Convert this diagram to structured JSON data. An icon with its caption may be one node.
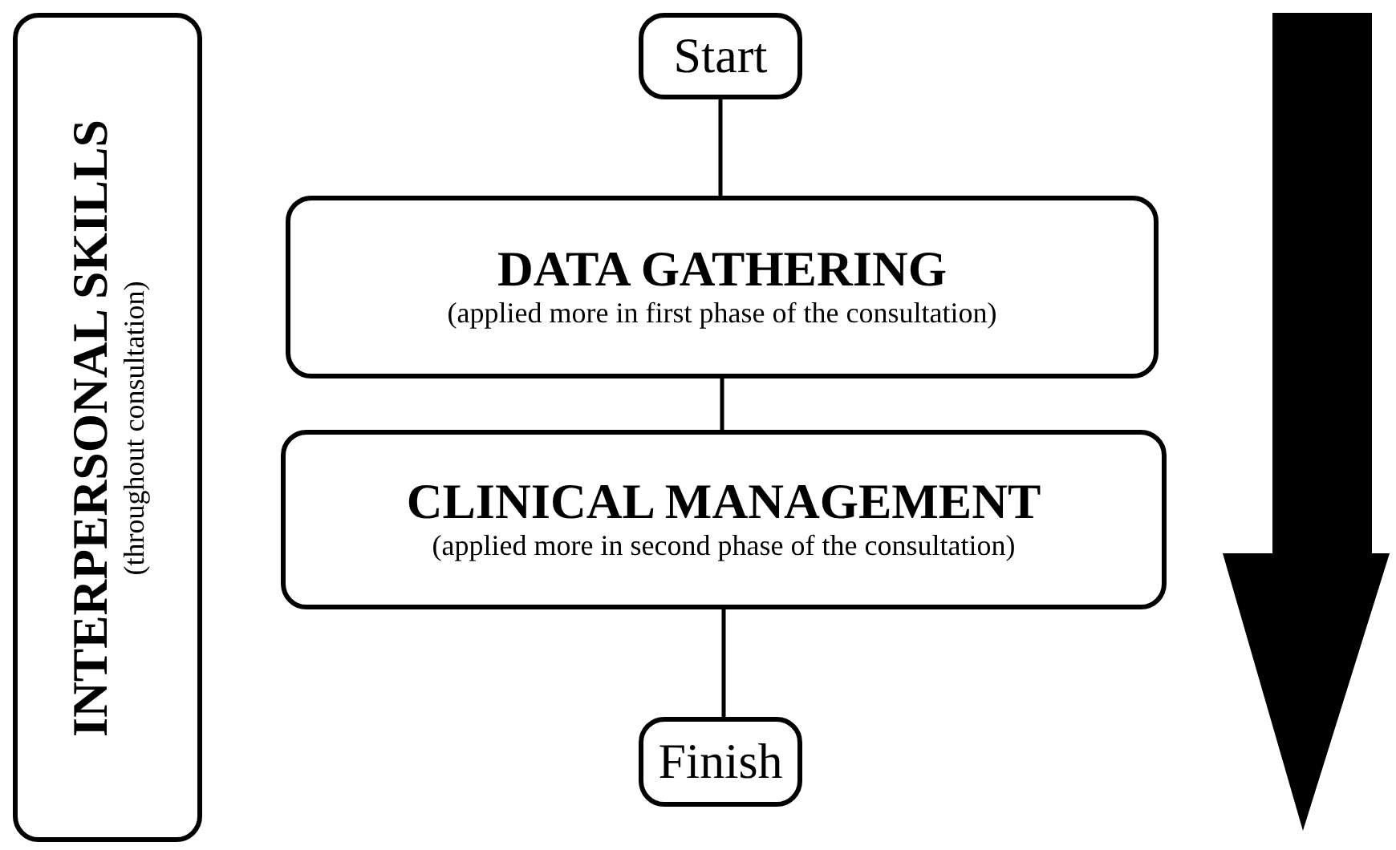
{
  "diagram": {
    "nodes": [
      {
        "text": [
          "INTERPERSONAL SKILLS",
          "(throughout consultation)"
        ]
      },
      {
        "text": [
          "Start"
        ]
      },
      {
        "text": [
          "DATA GATHERING",
          "(applied more in first phase of the consultation)"
        ]
      },
      {
        "text": [
          "CLINICAL MANAGEMENT",
          "(applied more in second phase of the consultation)"
        ]
      },
      {
        "text": [
          "Finish"
        ]
      }
    ],
    "edges": [
      {
        "from": 1,
        "to": 2,
        "arrow": "none"
      },
      {
        "from": 2,
        "to": 3,
        "arrow": "none"
      },
      {
        "from": 3,
        "to": 4,
        "arrow": "none"
      }
    ]
  }
}
